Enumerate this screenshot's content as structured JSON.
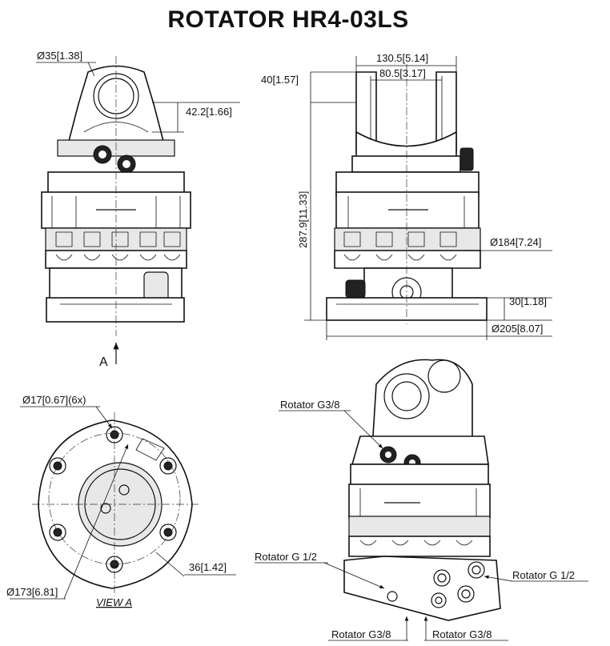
{
  "title": "ROTATOR  HR4-03LS",
  "dimensions": {
    "pin_diameter": "Ø35[1.38]",
    "pin_height": "42.2[1.66]",
    "top_offset": "40[1.57]",
    "outer_width": "130.5[5.14]",
    "inner_width": "80.5[3.17]",
    "total_height": "287.9[11.33]",
    "housing_diameter": "Ø184[7.24]",
    "base_height": "30[1.18]",
    "base_diameter": "Ø205[8.07]",
    "hole_diameter": "Ø17[0.67](6x)",
    "bolt_circle": "Ø173[6.81]",
    "center_offset": "36[1.42]"
  },
  "labels": {
    "view_marker": "A",
    "view_title": "VIEW A",
    "port_top": "Rotator G3/8",
    "port_left": "Rotator G 1/2",
    "port_right": "Rotator G 1/2",
    "port_bottom_left": "Rotator G3/8",
    "port_bottom_right": "Rotator G3/8"
  }
}
